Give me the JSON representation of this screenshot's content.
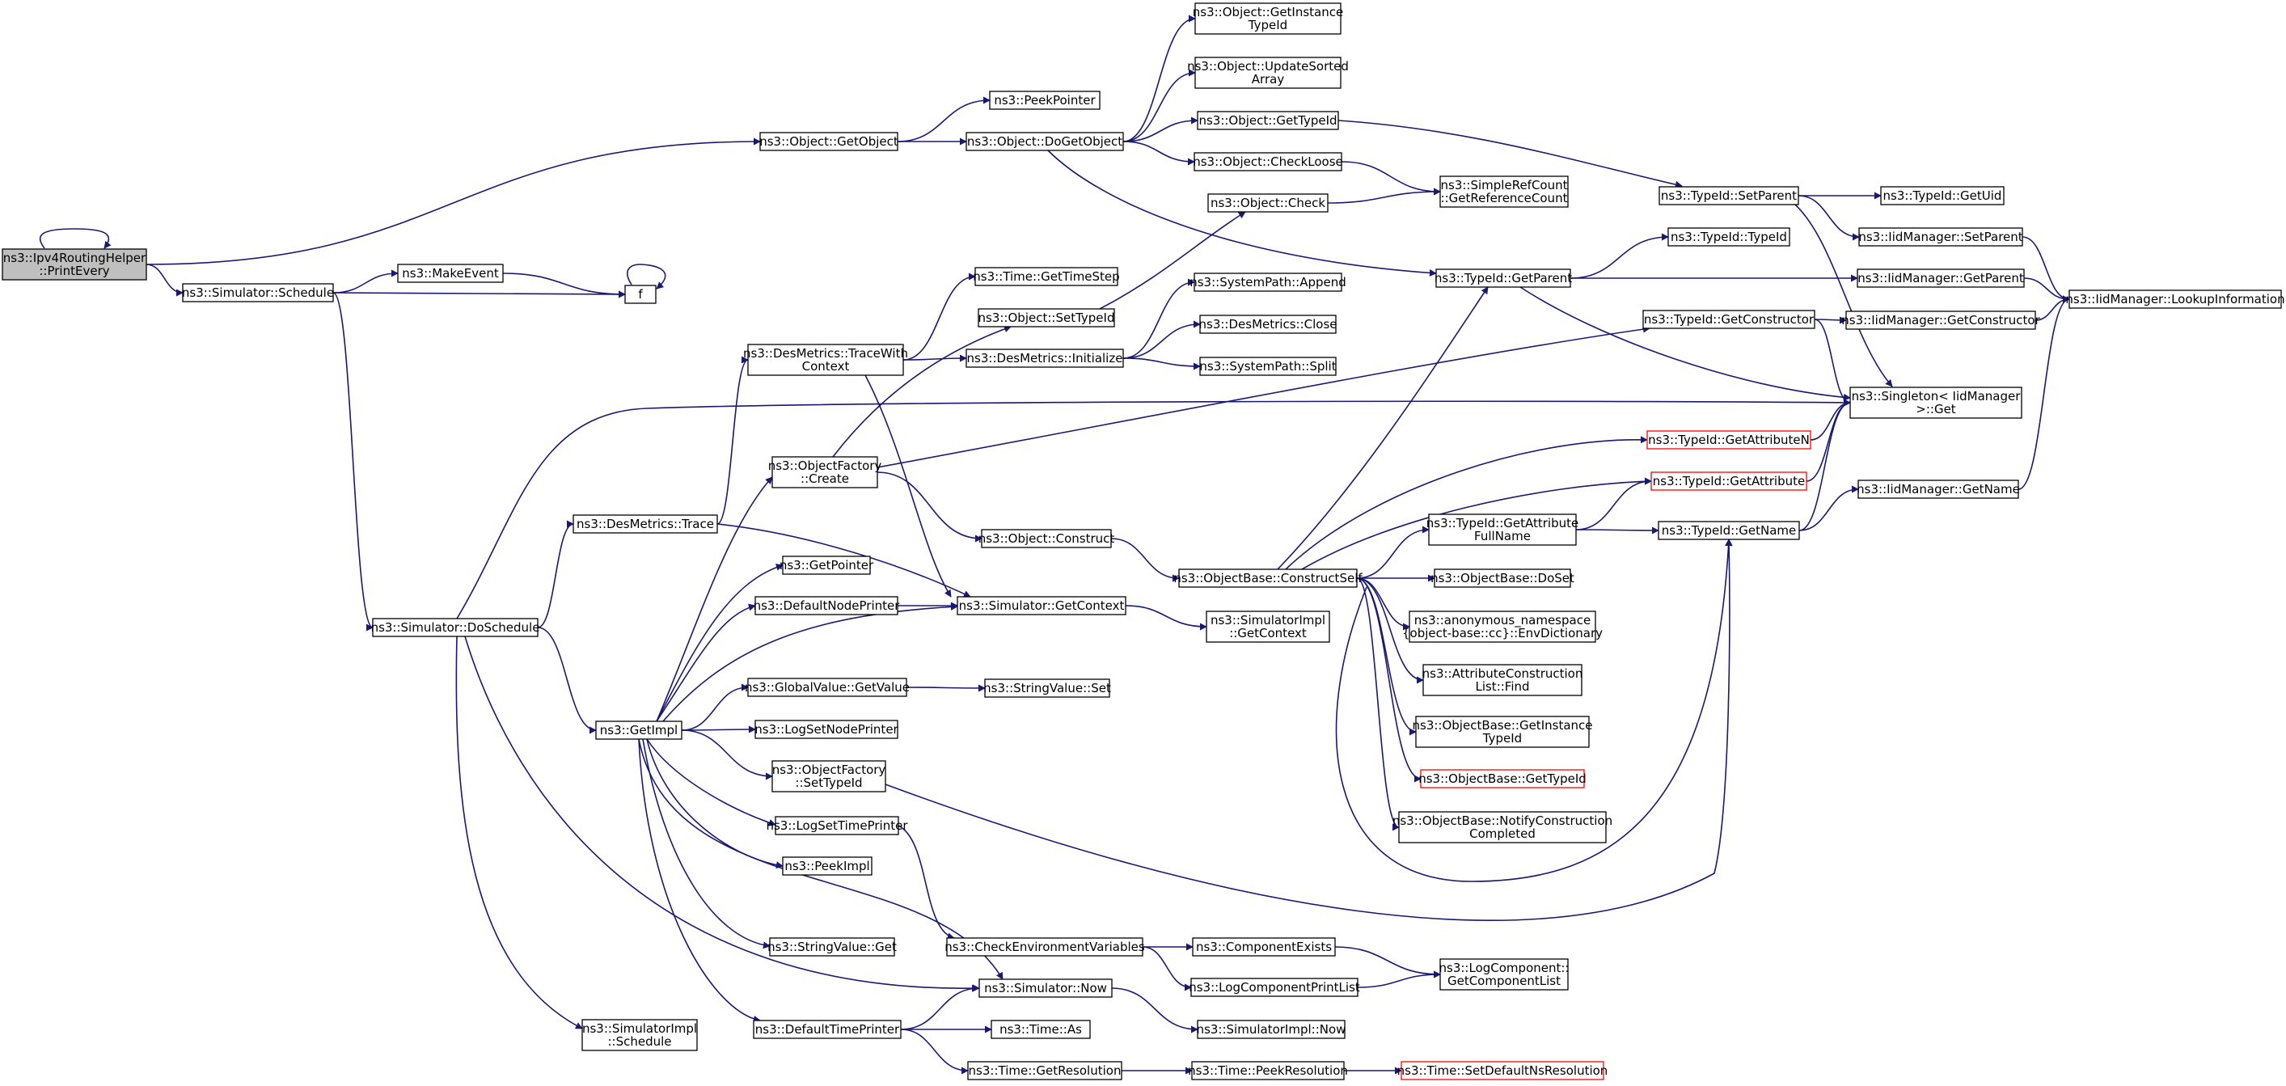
{
  "colors": {
    "edge": "#191970",
    "node_border": "#000000",
    "node_fill": "#ffffff",
    "root_fill": "#bfbfbf",
    "highlight_border": "#ff0000"
  },
  "nodes": {
    "root": [
      "ns3::Ipv4RoutingHelper",
      "::PrintEvery"
    ],
    "sim_schedule": [
      "ns3::Simulator::Schedule"
    ],
    "make_event": [
      "ns3::MakeEvent"
    ],
    "f": [
      "f"
    ],
    "get_object": [
      "ns3::Object::GetObject"
    ],
    "peek_pointer": [
      "ns3::PeekPointer"
    ],
    "do_get_object": [
      "ns3::Object::DoGetObject"
    ],
    "get_instance_typeid": [
      "ns3::Object::GetInstance",
      "TypeId"
    ],
    "update_sorted": [
      "ns3::Object::UpdateSorted",
      "Array"
    ],
    "obj_get_typeid": [
      "ns3::Object::GetTypeId"
    ],
    "check_loose": [
      "ns3::Object::CheckLoose"
    ],
    "obj_check": [
      "ns3::Object::Check"
    ],
    "refcount": [
      "ns3::SimpleRefCount",
      "::GetReferenceCount"
    ],
    "typeid_setparent": [
      "ns3::TypeId::SetParent"
    ],
    "typeid_getuid": [
      "ns3::TypeId::GetUid"
    ],
    "iid_setparent": [
      "ns3::IidManager::SetParent"
    ],
    "typeid_typeid": [
      "ns3::TypeId::TypeId"
    ],
    "typeid_getparent": [
      "ns3::TypeId::GetParent"
    ],
    "iid_getparent": [
      "ns3::IidManager::GetParent"
    ],
    "iid_lookup": [
      "ns3::IidManager::LookupInformation"
    ],
    "typeid_getctor": [
      "ns3::TypeId::GetConstructor"
    ],
    "iid_getctor": [
      "ns3::IidManager::GetConstructor"
    ],
    "singleton_get": [
      "ns3::Singleton< IidManager",
      ">::Get"
    ],
    "typeid_getattrn": [
      "ns3::TypeId::GetAttributeN"
    ],
    "typeid_getattr": [
      "ns3::TypeId::GetAttribute"
    ],
    "iid_getname": [
      "ns3::IidManager::GetName"
    ],
    "typeid_getattr_fullname": [
      "ns3::TypeId::GetAttribute",
      "FullName"
    ],
    "typeid_getname": [
      "ns3::TypeId::GetName"
    ],
    "time_gettimestep": [
      "ns3::Time::GetTimeStep"
    ],
    "obj_settypeid": [
      "ns3::Object::SetTypeId"
    ],
    "syspath_append": [
      "ns3::SystemPath::Append"
    ],
    "desm_close": [
      "ns3::DesMetrics::Close"
    ],
    "syspath_split": [
      "ns3::SystemPath::Split"
    ],
    "desm_tracewith": [
      "ns3::DesMetrics::TraceWith",
      "Context"
    ],
    "desm_init": [
      "ns3::DesMetrics::Initialize"
    ],
    "objfactory_create": [
      "ns3::ObjectFactory",
      "::Create"
    ],
    "obj_construct": [
      "ns3::Object::Construct"
    ],
    "objbase_constructself": [
      "ns3::ObjectBase::ConstructSelf"
    ],
    "objbase_doset": [
      "ns3::ObjectBase::DoSet"
    ],
    "anon_envdict": [
      "ns3::anonymous_namespace",
      "{object-base::cc}::EnvDictionary"
    ],
    "attrlist_find": [
      "ns3::AttributeConstruction",
      "List::Find"
    ],
    "objbase_getinst": [
      "ns3::ObjectBase::GetInstance",
      "TypeId"
    ],
    "objbase_gettypeid": [
      "ns3::ObjectBase::GetTypeId"
    ],
    "objbase_notify": [
      "ns3::ObjectBase::NotifyConstruction",
      "Completed"
    ],
    "desm_trace": [
      "ns3::DesMetrics::Trace"
    ],
    "get_pointer": [
      "ns3::GetPointer"
    ],
    "default_node_printer": [
      "ns3::DefaultNodePrinter"
    ],
    "sim_getcontext": [
      "ns3::Simulator::GetContext"
    ],
    "simimpl_getcontext": [
      "ns3::SimulatorImpl",
      "::GetContext"
    ],
    "sim_doschedule": [
      "ns3::Simulator::DoSchedule"
    ],
    "globalvalue_getvalue": [
      "ns3::GlobalValue::GetValue"
    ],
    "stringvalue_set": [
      "ns3::StringValue::Set"
    ],
    "get_impl": [
      "ns3::GetImpl"
    ],
    "log_setnodeprinter": [
      "ns3::LogSetNodePrinter"
    ],
    "objfactory_settypeid": [
      "ns3::ObjectFactory",
      "::SetTypeId"
    ],
    "log_settimeprinter": [
      "ns3::LogSetTimePrinter"
    ],
    "peek_impl": [
      "ns3::PeekImpl"
    ],
    "check_env": [
      "ns3::CheckEnvironmentVariables"
    ],
    "component_exists": [
      "ns3::ComponentExists"
    ],
    "logcomp_getlist": [
      "ns3::LogComponent::",
      "GetComponentList"
    ],
    "logcomp_printlist": [
      "ns3::LogComponentPrintList"
    ],
    "stringvalue_get": [
      "ns3::StringValue::Get"
    ],
    "sim_now": [
      "ns3::Simulator::Now"
    ],
    "simimpl_now": [
      "ns3::SimulatorImpl::Now"
    ],
    "simimpl_schedule": [
      "ns3::SimulatorImpl",
      "::Schedule"
    ],
    "default_time_printer": [
      "ns3::DefaultTimePrinter"
    ],
    "time_as": [
      "ns3::Time::As"
    ],
    "time_getresolution": [
      "ns3::Time::GetResolution"
    ],
    "time_peekresolution": [
      "ns3::Time::PeekResolution"
    ],
    "time_setdefaultns": [
      "ns3::Time::SetDefaultNsResolution"
    ]
  }
}
